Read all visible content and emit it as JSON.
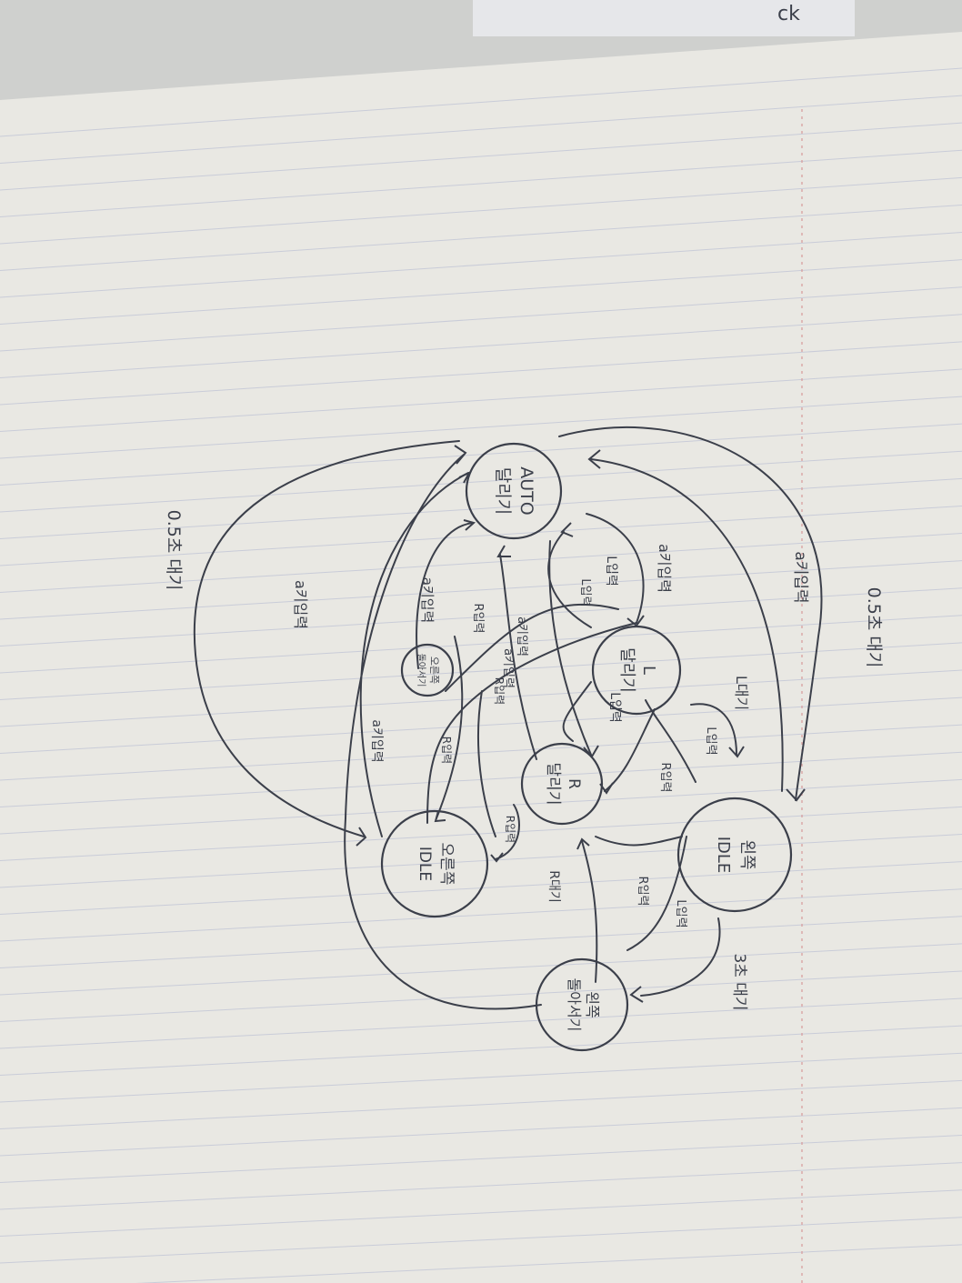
{
  "background_text": "ck",
  "colors": {
    "paper": "#e9e8e3",
    "ink": "#3b3f4a",
    "rule": "#c9ccd8",
    "margin_rule": "#d89a9a"
  },
  "diagram": {
    "nodes": [
      {
        "id": "auto",
        "lines": [
          "AUTO",
          "달리기"
        ]
      },
      {
        "id": "l_run",
        "lines": [
          "L",
          "달리기"
        ]
      },
      {
        "id": "r_run",
        "lines": [
          "R",
          "달리기"
        ]
      },
      {
        "id": "left_idle",
        "lines": [
          "왼쪽",
          "IDLE"
        ]
      },
      {
        "id": "right_idle",
        "lines": [
          "오른쪽",
          "IDLE"
        ]
      },
      {
        "id": "left_turn",
        "lines": [
          "왼쪽",
          "돌아서기"
        ]
      },
      {
        "id": "right_turn",
        "lines": [
          "오른쪽",
          "돌아서기"
        ]
      }
    ],
    "edge_labels": [
      "0.5초 대기",
      "a키입력",
      "L대기",
      "a키입력",
      "L입력",
      "L입력",
      "L입력",
      "R입력",
      "a키입력",
      "L입력",
      "R입력",
      "a키입력",
      "R입력",
      "R입력",
      "3초 대기",
      "R대기",
      "L입력",
      "R입력",
      "R입력",
      "a키입력",
      "a키입력",
      "a키입력",
      "0.5초 대기"
    ]
  }
}
